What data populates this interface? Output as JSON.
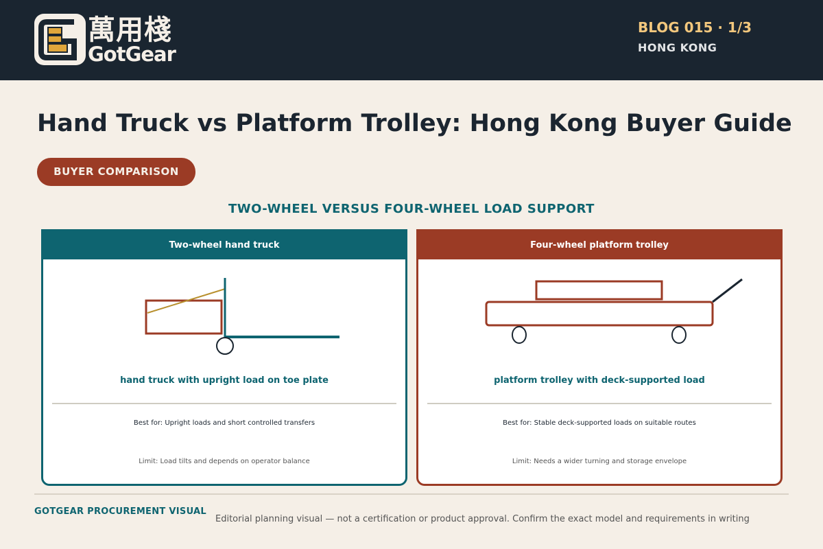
{
  "header": {
    "brand_zh": "萬用棧",
    "brand_en": "GotGear",
    "blog_label": "BLOG 015 · 1/3",
    "city": "HONG KONG"
  },
  "title": "Hand Truck vs Platform Trolley: Hong Kong Buyer Guide",
  "badge": "BUYER COMPARISON",
  "section_title": "TWO-WHEEL VERSUS FOUR-WHEEL LOAD SUPPORT",
  "cards": [
    {
      "heading": "Two-wheel hand truck",
      "caption": "hand truck with upright load on toe plate",
      "best_for": "Best for: Upright loads and short controlled transfers",
      "limit": "Limit: Load tilts and depends on operator balance"
    },
    {
      "heading": "Four-wheel platform trolley",
      "caption": "platform trolley with deck-supported load",
      "best_for": "Best for: Stable deck-supported loads on suitable routes",
      "limit": "Limit: Needs a wider turning and storage envelope"
    }
  ],
  "footer": {
    "brand": "GOTGEAR PROCUREMENT VISUAL",
    "note": "Editorial planning visual — not a certification or product approval. Confirm the exact model and requirements in writing"
  },
  "colors": {
    "header_bg": "#1a2530",
    "page_bg": "#f5efe7",
    "teal": "#0e6470",
    "rust": "#9b3b25",
    "gold": "#f2c77d"
  }
}
